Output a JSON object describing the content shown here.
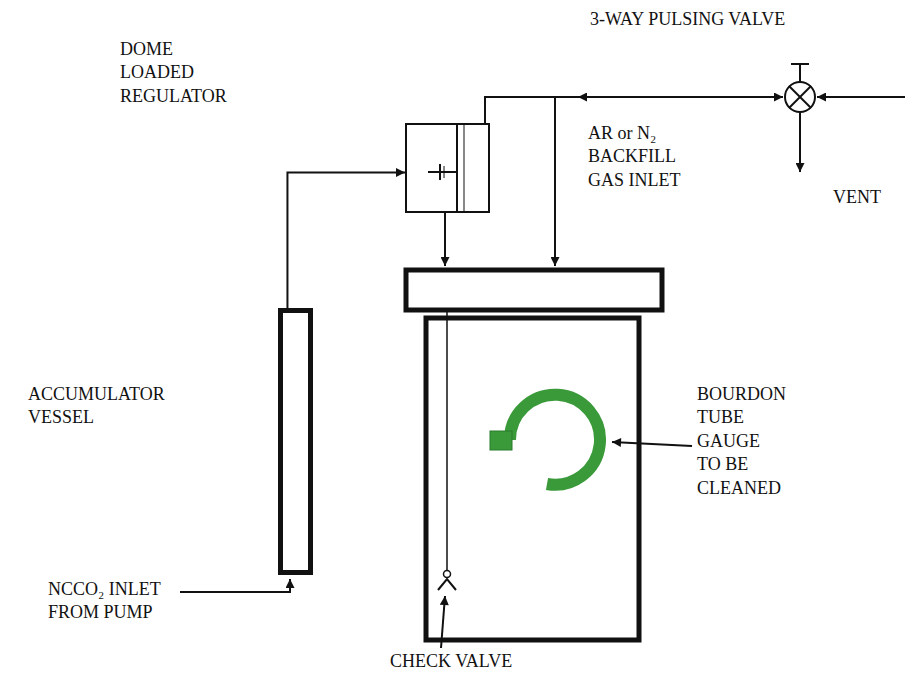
{
  "diagram": {
    "nodes": [
      {
        "text": [
          "ACCUMULATOR VESSEL"
        ]
      },
      {
        "text": [
          "DOME LOADED REGULATOR"
        ]
      }
    ],
    "edges": [
      {
        "from": 0,
        "to": 1,
        "arrow": "to"
      }
    ],
    "labels": [
      "3-WAY PULSING VALVE",
      "AR or N₂ BACKFILL GAS INLET",
      "VENT",
      "BOURDON TUBE GAUGE TO BE CLEANED",
      "NCCO₂ INLET FROM PUMP",
      "CHECK VALVE"
    ]
  }
}
